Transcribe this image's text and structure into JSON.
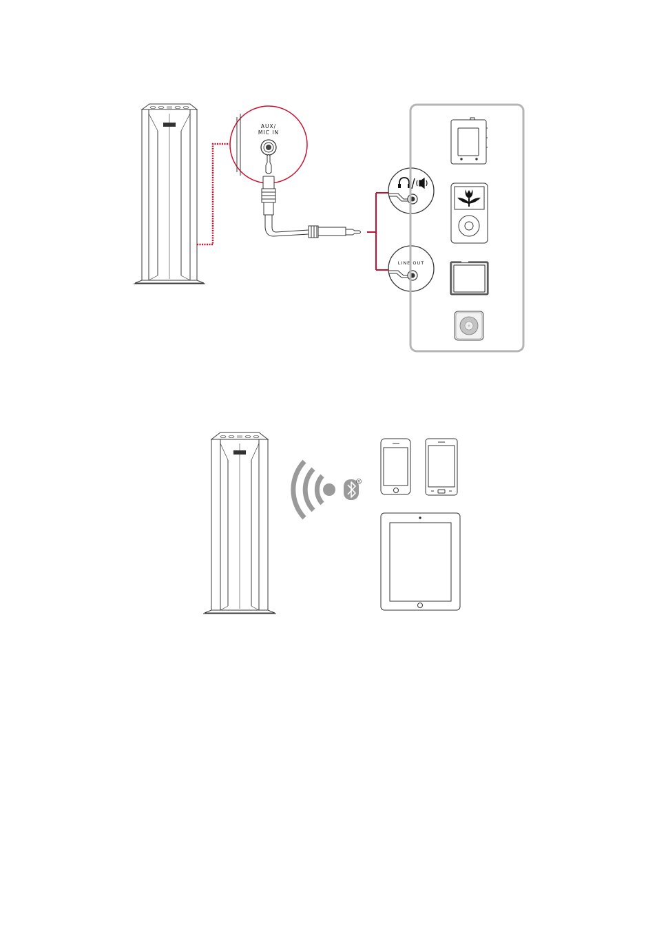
{
  "labels": {
    "aux_line1": "AUX/",
    "aux_line2": "MIC IN",
    "line_out": "LINE OUT",
    "registered": "®"
  },
  "colors": {
    "accent_red": "#c8102e",
    "outline": "#3a3a3a",
    "panel_gray": "#b5b5b5",
    "wave_gray": "#9a9a9a"
  },
  "icons": {
    "headphone": "headphone-icon",
    "speaker_out": "speaker-output-icon",
    "bluetooth": "bluetooth-icon",
    "wireless": "wireless-waves-icon",
    "flower": "flower-icon"
  }
}
